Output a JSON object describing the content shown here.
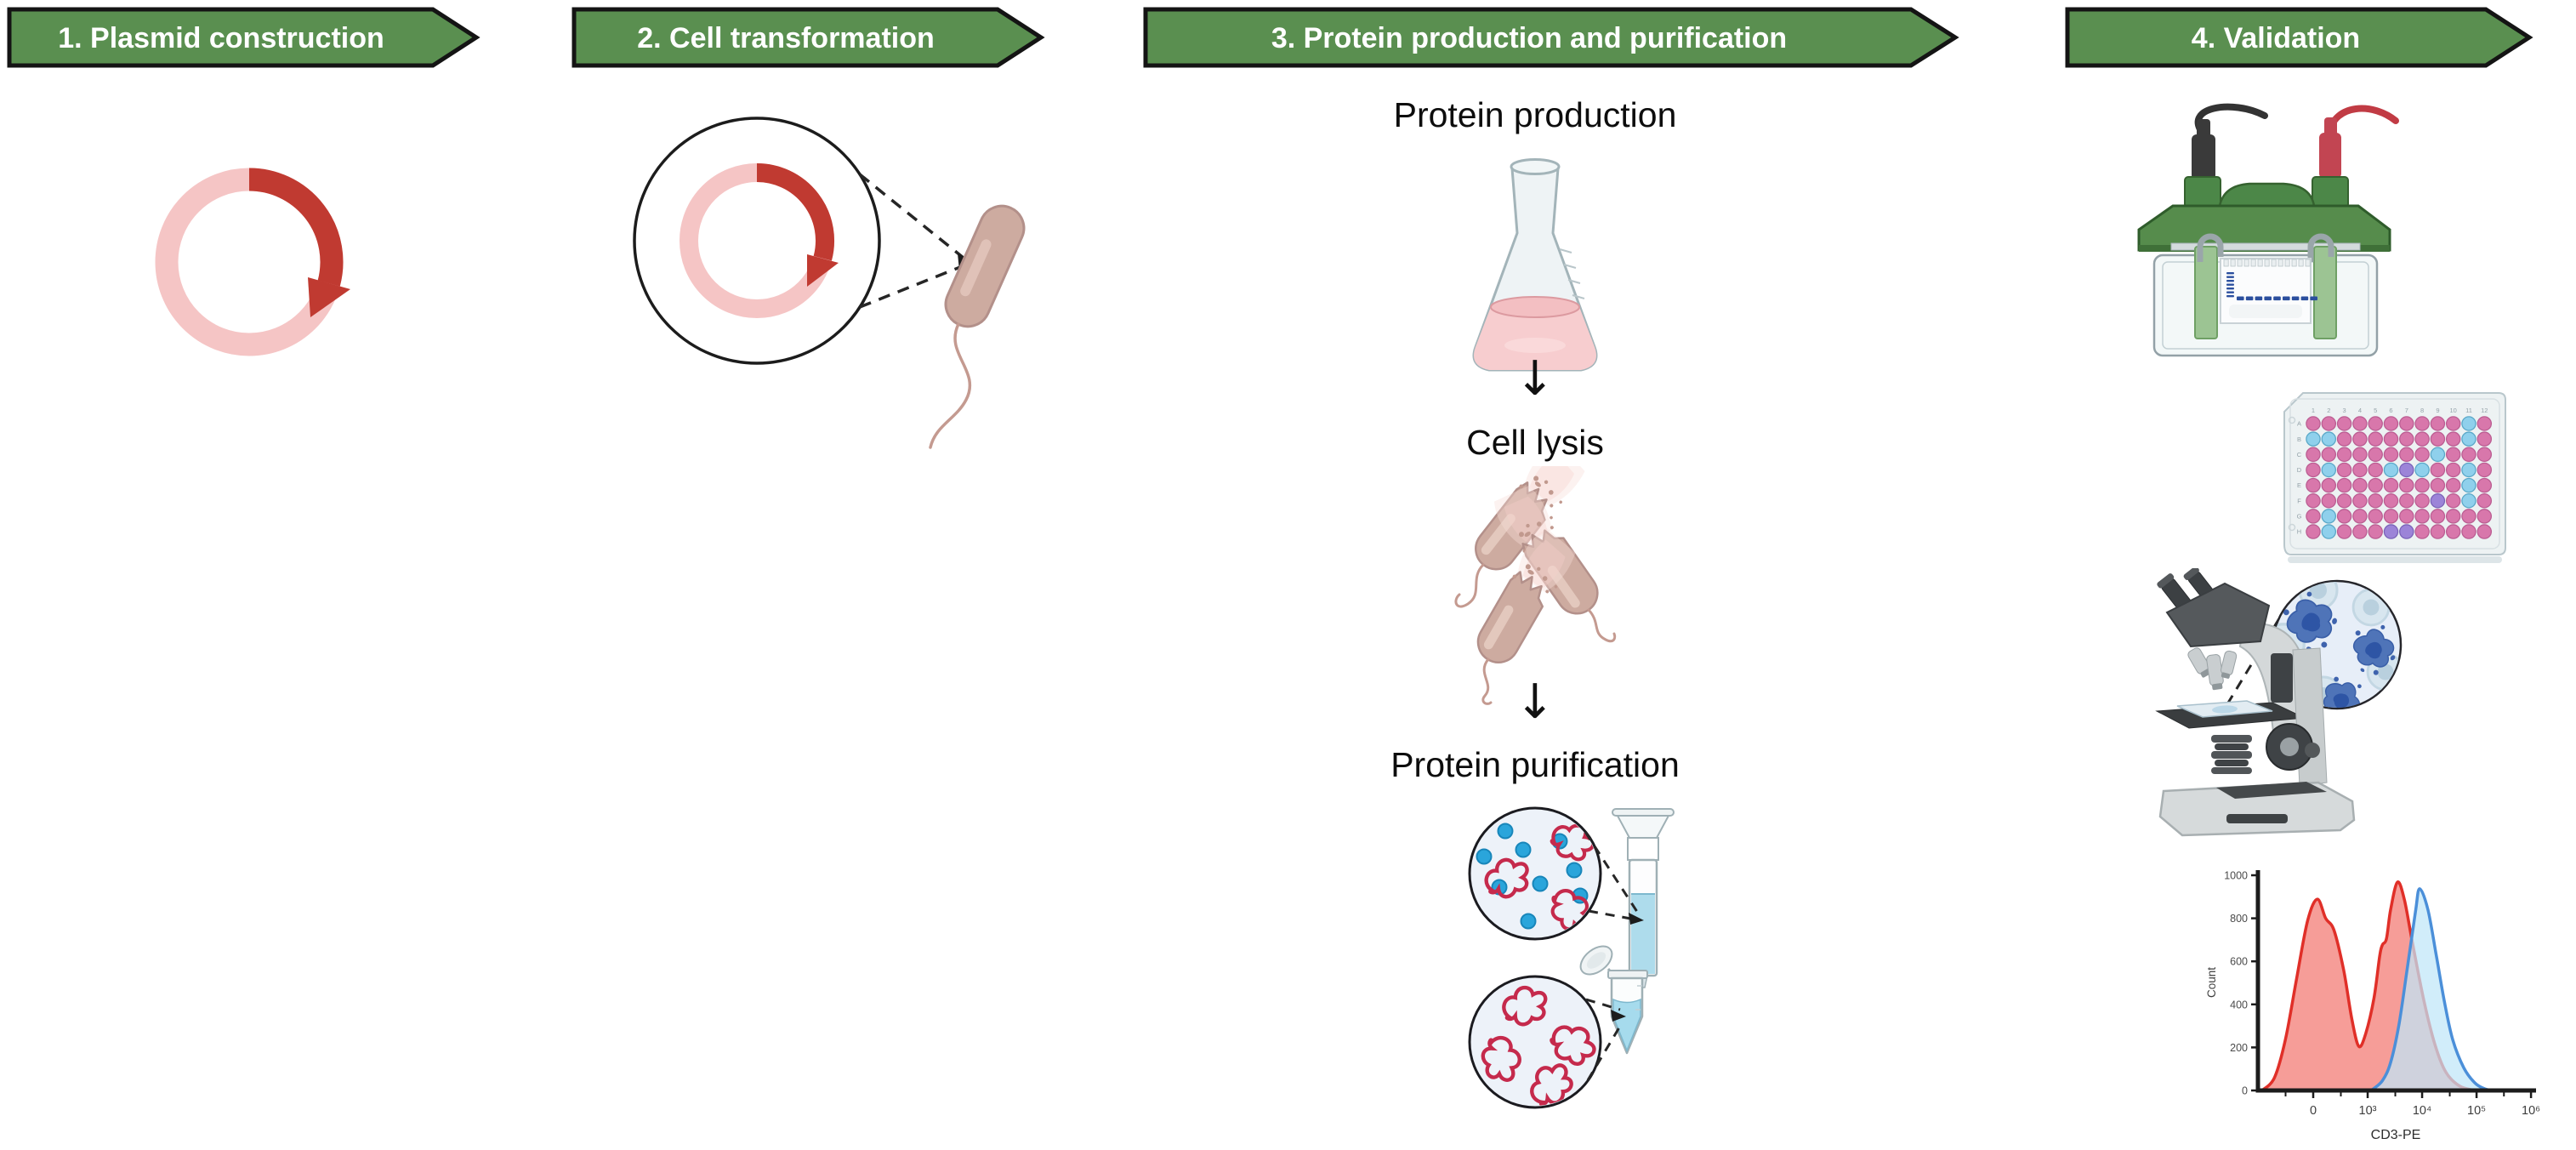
{
  "banners": [
    {
      "label": "1. Plasmid construction"
    },
    {
      "label": "2. Cell transformation"
    },
    {
      "label": "3. Protein production and purification"
    },
    {
      "label": "4. Validation"
    }
  ],
  "colors": {
    "banner_green": "#5a8f50",
    "banner_border": "#141414",
    "plasmid_ring_pink": "#f5c5c5",
    "plasmid_insert_red": "#c03a31",
    "bacterium_body": "#cdaba0",
    "bacterium_outline": "#b3908a",
    "flask_liquid_pink": "#f7cdcf",
    "protein_red": "#c52a4c",
    "bead_blue": "#2aa5db",
    "gel_band_blue": "#2b4f9e",
    "plate_pink": "#d877ab",
    "plate_blue": "#8fd0ec",
    "plate_purple": "#9c84d8",
    "histogram_red": "#e02f28",
    "histogram_blue": "#4b8fd9"
  },
  "step3": {
    "production_label": "Protein production",
    "lysis_label": "Cell lysis",
    "purification_label": "Protein purification",
    "arrow_glyph": "↓"
  },
  "validation": {
    "plate": {
      "row_labels": [
        "A",
        "B",
        "C",
        "D",
        "E",
        "F",
        "G",
        "H"
      ],
      "col_labels": [
        "1",
        "2",
        "3",
        "4",
        "5",
        "6",
        "7",
        "8",
        "9",
        "10",
        "11",
        "12"
      ],
      "wells": [
        "PPPPPPPPPPBP",
        "BBPPPPPPPPBP",
        "PPPPPPPPBPPP",
        "PBPPPBUBPPBP",
        "PPPPPPPPPPBP",
        "PPPPPPPPUPBP",
        "PBPPPPPPPPPP",
        "PBPPPUUPPPPP"
      ],
      "well_colors": {
        "P": "#d877ab",
        "B": "#8fd0ec",
        "U": "#9c84d8"
      },
      "well_strokes": {
        "P": "#bb5d92",
        "B": "#5aa8c8",
        "U": "#7a63b8"
      }
    },
    "gel": {
      "comb_teeth": 13,
      "ladder_band_count": 7,
      "sample_band_count": 9
    }
  },
  "chart_data": {
    "type": "area",
    "title": "",
    "xlabel": "CD3-PE",
    "ylabel": "Count",
    "x_scale": "symlog",
    "x_ticks": [
      {
        "label": "0",
        "frac": 0.2
      },
      {
        "label": "10³",
        "frac": 0.397
      },
      {
        "label": "10⁴",
        "frac": 0.594
      },
      {
        "label": "10⁵",
        "frac": 0.791
      },
      {
        "label": "10⁶",
        "frac": 0.988
      }
    ],
    "x_minor_tick_fracs": [
      0.1,
      0.3,
      0.497,
      0.694,
      0.89
    ],
    "ylim": [
      0,
      1000
    ],
    "y_ticks": [
      0,
      200,
      400,
      600,
      800,
      1000
    ],
    "grid": false,
    "legend": "none",
    "series": [
      {
        "name": "red_population",
        "stroke": "#e02f28",
        "fill": "#f4827b",
        "fill_opacity": 0.78,
        "points": [
          [
            0.015,
            0
          ],
          [
            0.06,
            60
          ],
          [
            0.1,
            240
          ],
          [
            0.14,
            520
          ],
          [
            0.18,
            790
          ],
          [
            0.215,
            889
          ],
          [
            0.245,
            800
          ],
          [
            0.275,
            745
          ],
          [
            0.31,
            560
          ],
          [
            0.34,
            330
          ],
          [
            0.365,
            205
          ],
          [
            0.39,
            265
          ],
          [
            0.42,
            430
          ],
          [
            0.44,
            620
          ],
          [
            0.45,
            676
          ],
          [
            0.465,
            705
          ],
          [
            0.48,
            840
          ],
          [
            0.505,
            968
          ],
          [
            0.53,
            885
          ],
          [
            0.56,
            680
          ],
          [
            0.6,
            420
          ],
          [
            0.64,
            215
          ],
          [
            0.68,
            85
          ],
          [
            0.73,
            20
          ],
          [
            0.785,
            0
          ]
        ]
      },
      {
        "name": "blue_population",
        "stroke": "#4b8fd9",
        "fill": "#bfe6f8",
        "fill_opacity": 0.72,
        "points": [
          [
            0.41,
            0
          ],
          [
            0.45,
            45
          ],
          [
            0.48,
            130
          ],
          [
            0.51,
            305
          ],
          [
            0.54,
            565
          ],
          [
            0.57,
            830
          ],
          [
            0.585,
            937
          ],
          [
            0.615,
            840
          ],
          [
            0.645,
            630
          ],
          [
            0.675,
            410
          ],
          [
            0.705,
            235
          ],
          [
            0.745,
            105
          ],
          [
            0.785,
            35
          ],
          [
            0.82,
            8
          ],
          [
            0.85,
            0
          ]
        ]
      }
    ]
  }
}
